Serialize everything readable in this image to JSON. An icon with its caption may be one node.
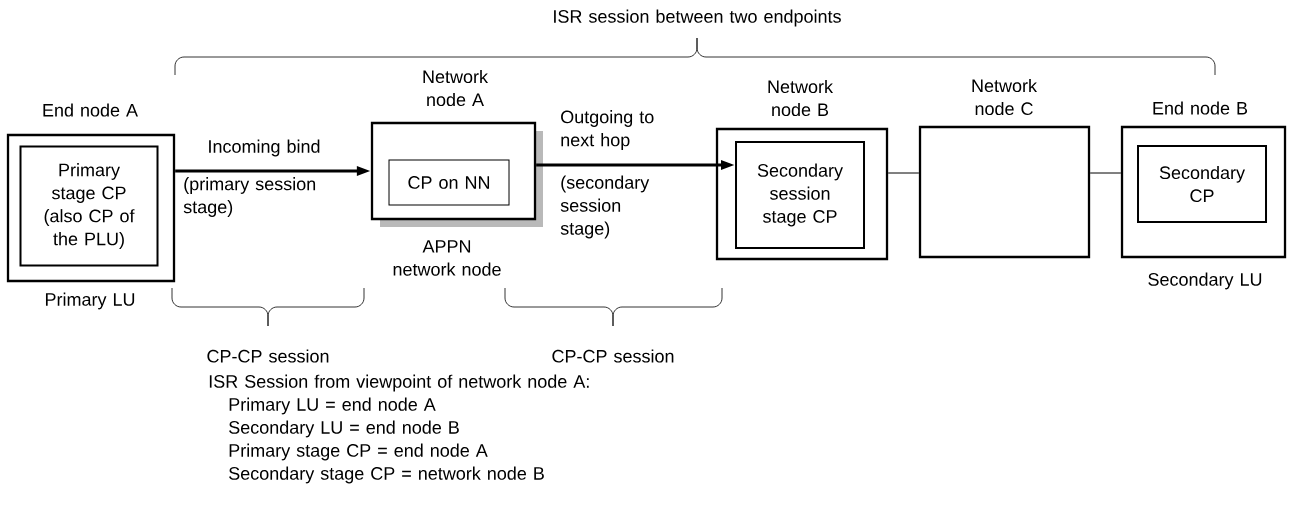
{
  "diagram": {
    "nodes": [
      {
        "text": [
          "End node A"
        ],
        "beside": [
          "Primary LU"
        ]
      },
      {
        "text": [
          "Primary stage CP (also CP of the PLU)"
        ],
        "in": 0
      },
      {
        "text": [
          "Network node A"
        ],
        "beside": [
          "APPN network node"
        ]
      },
      {
        "text": [
          "CP on NN"
        ],
        "in": 2
      },
      {
        "text": [
          "Network node B"
        ]
      },
      {
        "text": [
          "Secondary session stage CP"
        ],
        "in": 4
      },
      {
        "text": [
          "Network node C"
        ]
      },
      {
        "text": [
          "End node B"
        ],
        "beside": [
          "Secondary LU"
        ]
      },
      {
        "text": [
          "Secondary CP"
        ],
        "in": 7
      }
    ],
    "edges": [
      {
        "from": 0,
        "to": 2,
        "arrow": "to",
        "label": "Incoming bind",
        "style": "thick"
      },
      {
        "from": 2,
        "to": 5,
        "arrow": "to",
        "label": "Outgoing to next hop",
        "style": "thick"
      },
      {
        "from": 4,
        "to": 6,
        "arrow": "none"
      },
      {
        "from": 6,
        "to": 7,
        "arrow": "none"
      }
    ],
    "labels": [
      "ISR session between two endpoints",
      "(primary session stage)",
      "(secondary session stage)",
      "CP-CP session",
      "CP-CP session",
      "ISR Session from viewpoint of network node A:",
      "Primary LU = end node A",
      "Secondary LU = end node B",
      "Primary stage CP = end node A",
      "Secondary stage CP = network node B"
    ]
  }
}
